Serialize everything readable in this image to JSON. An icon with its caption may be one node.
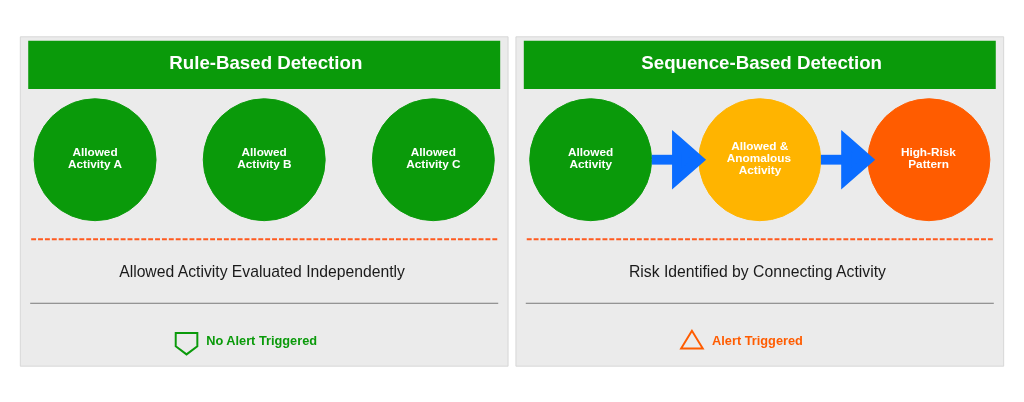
{
  "diagram": {
    "nodes": [
      {
        "text": [
          "Rule-Based Detection"
        ]
      },
      {
        "text": [
          "Allowed Activity A"
        ],
        "in": 0
      },
      {
        "text": [
          "Allowed Activity B"
        ],
        "in": 0
      },
      {
        "text": [
          "Allowed Activity C"
        ],
        "in": 0
      },
      {
        "text": [],
        "shape": "shield",
        "in": 0
      },
      {
        "text": [
          "Sequence-Based Detection"
        ]
      },
      {
        "text": [
          "Allowed Activity"
        ],
        "in": 5
      },
      {
        "text": [
          "Allowed & Anomalous Activity"
        ],
        "in": 5
      },
      {
        "text": [
          "High-Risk Pattern"
        ],
        "in": 5
      },
      {
        "text": [],
        "shape": "triangle",
        "in": 5
      }
    ],
    "edges": [
      {
        "from": 6,
        "to": 7,
        "arrow": "to"
      },
      {
        "from": 7,
        "to": 8,
        "arrow": "to"
      }
    ],
    "labels": [
      "Allowed Activity Evaluated Independently",
      "No Alert Triggered",
      "Risk Identified by Connecting Activity",
      "Alert Triggered"
    ]
  }
}
